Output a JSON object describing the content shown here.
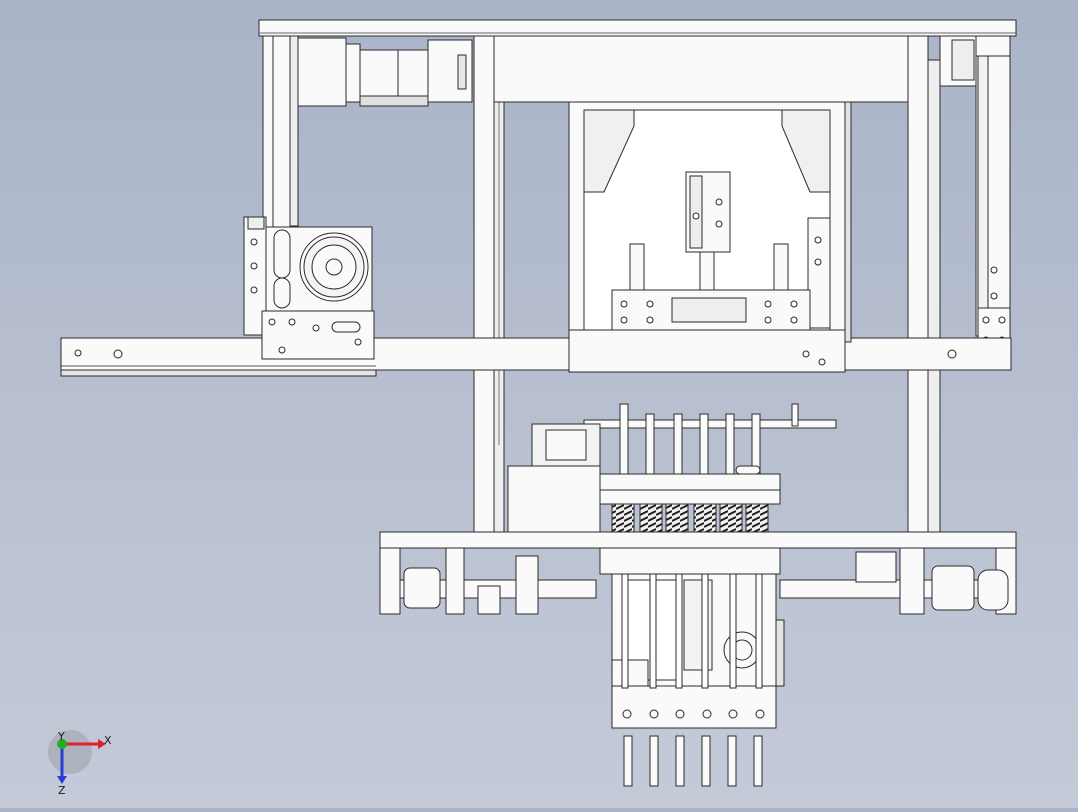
{
  "viewport": {
    "background_top": "#aab4c8",
    "background_bottom": "#c4cad8",
    "part_fill": "#fafafa",
    "edge_color": "#2b2b2b",
    "shade_color": "#d2d2d2"
  },
  "triad": {
    "x_label": "X",
    "y_label": "Y",
    "z_label": "Z",
    "x_color": "#e0202a",
    "y_color": "#22b022",
    "z_color": "#2a3cd8"
  },
  "model": {
    "name_icon": "cad-assembly-icon",
    "nozzle_count": 6
  }
}
